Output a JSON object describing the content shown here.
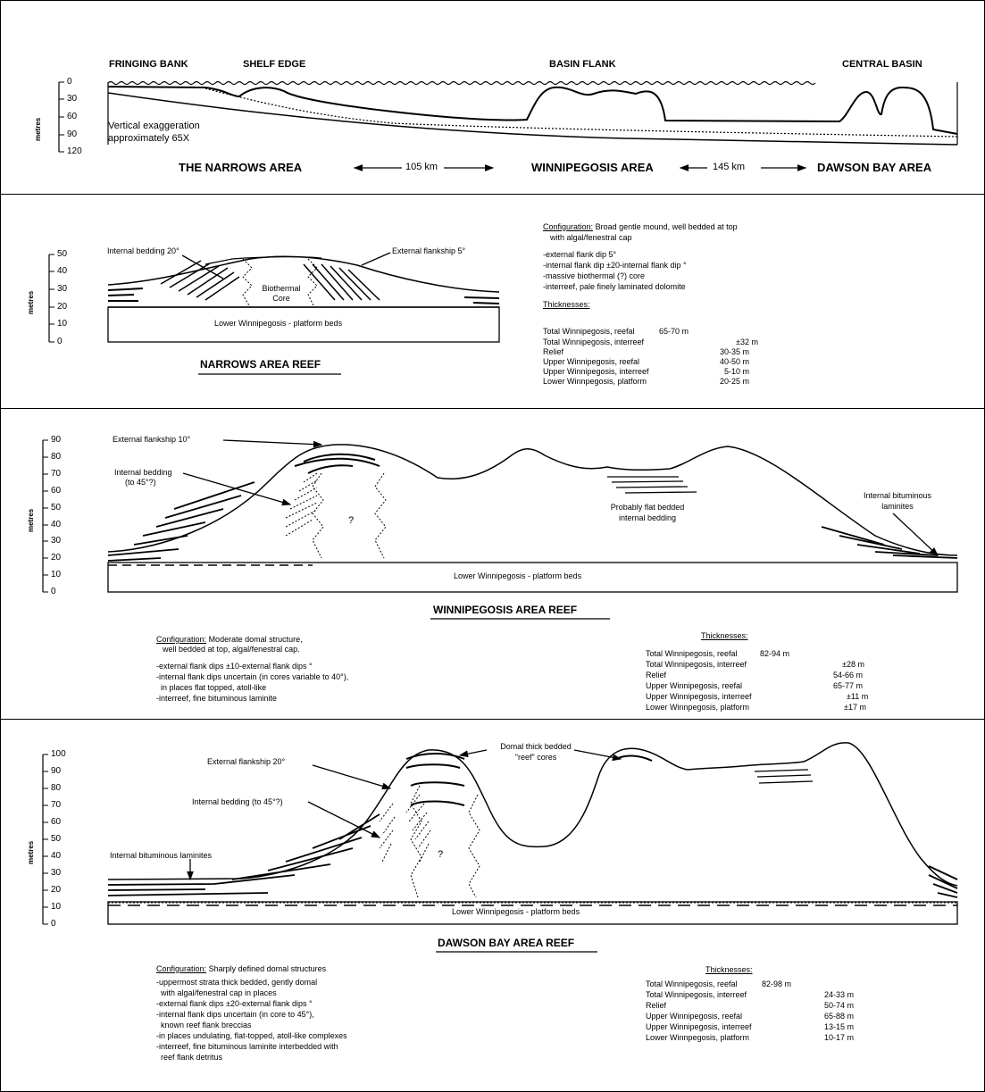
{
  "panel1": {
    "labels": {
      "fringing_bank": "FRINGING BANK",
      "shelf_edge": "SHELF EDGE",
      "basin_flank": "BASIN FLANK",
      "central_basin": "CENTRAL BASIN"
    },
    "axis_label": "metres",
    "ticks": [
      "0",
      "30",
      "60",
      "90",
      "120"
    ],
    "exaggeration_1": "Vertical exaggeration",
    "exaggeration_2": "approximately 65X",
    "areas": {
      "narrows": "THE NARROWS AREA",
      "dist1": "105 km",
      "winnipegosis": "WINNIPEGOSIS AREA",
      "dist2": "145 km",
      "dawson": "DAWSON BAY AREA"
    }
  },
  "panel2": {
    "axis_label": "metres",
    "ticks": [
      "50",
      "40",
      "30",
      "20",
      "10",
      "0"
    ],
    "internal_bedding": "Internal bedding 20°",
    "external_flankship": "External flankship 5°",
    "core_1": "Biothermal",
    "core_2": "Core",
    "platform": "Lower Winnipegosis - platform beds",
    "title": "NARROWS AREA REEF",
    "config_head": "Configuration:",
    "config_1": "Broad gentle mound, well bedded at top",
    "config_2": "with algal/fenestral cap",
    "bullets": [
      "-external flank dip 5°",
      "-internal flank dip ±20-internal flank dip °",
      "-massive biothermal (?) core",
      "-interreef, pale finely laminated dolomite"
    ],
    "thick_head": "Thicknesses:",
    "thick": [
      {
        "k": "Total Winnipegosis, reefal",
        "v": "65-70 m"
      },
      {
        "k": "Total Winnipegosis, interreef",
        "v": "±32 m"
      },
      {
        "k": "Relief",
        "v": "30-35 m"
      },
      {
        "k": "Upper Winnipegosis, reefal",
        "v": "40-50 m"
      },
      {
        "k": "Upper Winnipegosis, interreef",
        "v": "5-10 m"
      },
      {
        "k": "Lower Winnpegosis, platform",
        "v": "20-25 m"
      }
    ]
  },
  "panel3": {
    "axis_label": "metres",
    "ticks": [
      "90",
      "80",
      "70",
      "60",
      "50",
      "40",
      "30",
      "20",
      "10",
      "0"
    ],
    "external_flankship": "External flankship 10°",
    "internal_bedding_1": "Internal bedding",
    "internal_bedding_2": "(to 45°?)",
    "question": "?",
    "flat_1": "Probably flat bedded",
    "flat_2": "internal bedding",
    "bitum_1": "Internal bituminous",
    "bitum_2": "laminites",
    "platform": "Lower Winnipegosis - platform beds",
    "title": "WINNIPEGOSIS AREA REEF",
    "config_head": "Configuration:",
    "config_1": "Moderate domal structure,",
    "config_2": "well bedded at top, algal/fenestral cap.",
    "bullets": [
      "-external flank dips ±10-external flank dips °",
      "-internal flank dips uncertain (in cores variable to 40°),",
      "  in places flat topped, atoll-like",
      "-interreef, fine bituminous laminite"
    ],
    "thick_head": "Thicknesses:",
    "thick": [
      {
        "k": "Total Winnipegosis, reefal",
        "v": "82-94 m"
      },
      {
        "k": "Total Winnipegosis, interreef",
        "v": "±28 m"
      },
      {
        "k": "Relief",
        "v": "54-66 m"
      },
      {
        "k": "Upper Winnipegosis, reefal",
        "v": "65-77 m"
      },
      {
        "k": "Upper Winnipegosis, interreef",
        "v": "±11 m"
      },
      {
        "k": "Lower Winnpegosis, platform",
        "v": "±17 m"
      }
    ]
  },
  "panel4": {
    "axis_label": "metres",
    "ticks": [
      "100",
      "90",
      "80",
      "70",
      "60",
      "50",
      "40",
      "30",
      "20",
      "10",
      "0"
    ],
    "domal_1": "Domal thick bedded",
    "domal_2": "\"reef\" cores",
    "external_flankship": "External flankship 20°",
    "internal_bedding": "Internal bedding (to 45°?)",
    "question": "?",
    "bitum": "Internal bituminous laminites",
    "platform": "Lower Winnipegosis - platform beds",
    "title": "DAWSON BAY AREA REEF",
    "config_head": "Configuration:",
    "config_1": "Sharply defined domal structures",
    "bullets": [
      "-uppermost strata thick bedded, gently domal",
      "  with algal/fenestral cap in places",
      "-external flank dips ±20-external flank dips °",
      "-internal flank dips uncertain (in core to 45°),",
      "  known reef flank breccias",
      "-in places undulating, flat-topped, atoll-like complexes",
      "-interreef, fine bituminous laminite interbedded with",
      "  reef flank detritus"
    ],
    "thick_head": "Thicknesses:",
    "thick": [
      {
        "k": "Total Winnipegosis, reefal",
        "v": "82-98 m"
      },
      {
        "k": "Total Winnipegosis, interreef",
        "v": "24-33 m"
      },
      {
        "k": "Relief",
        "v": "50-74 m"
      },
      {
        "k": "Upper Winnipegosis, reefal",
        "v": "65-88 m"
      },
      {
        "k": "Upper Winnipegosis, interreef",
        "v": "13-15 m"
      },
      {
        "k": "Lower Winnpegosis, platform",
        "v": "10-17 m"
      }
    ]
  }
}
